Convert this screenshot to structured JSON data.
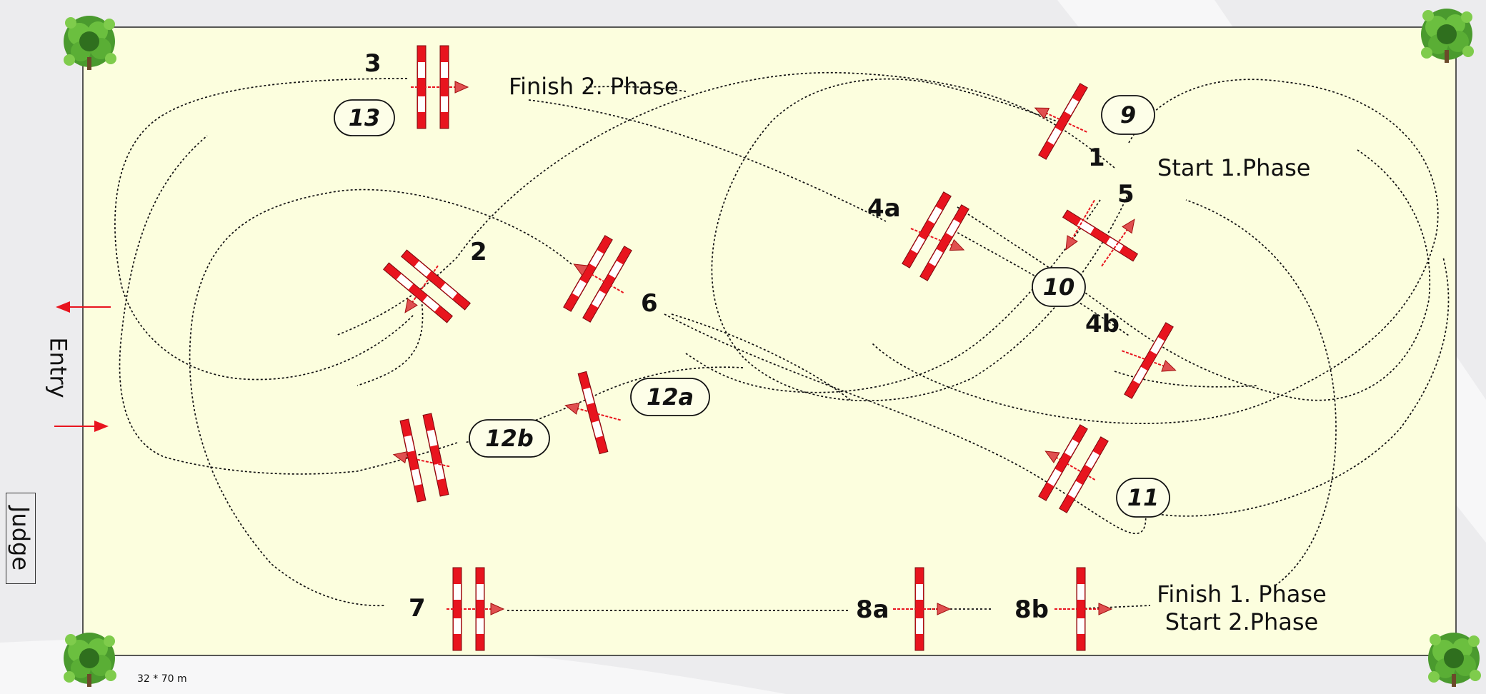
{
  "diagram": {
    "obstacles": [
      {
        "id": "3",
        "label": "3"
      },
      {
        "id": "13",
        "label": "13"
      },
      {
        "id": "finish2",
        "label": "Finish 2. Phase"
      },
      {
        "id": "9",
        "label": "9"
      },
      {
        "id": "1",
        "label": "1"
      },
      {
        "id": "start1",
        "label": "Start 1.Phase"
      },
      {
        "id": "5",
        "label": "5"
      },
      {
        "id": "4a",
        "label": "4a"
      },
      {
        "id": "2",
        "label": "2"
      },
      {
        "id": "6",
        "label": "6"
      },
      {
        "id": "10",
        "label": "10"
      },
      {
        "id": "4b",
        "label": "4b"
      },
      {
        "id": "12a",
        "label": "12a"
      },
      {
        "id": "12b",
        "label": "12b"
      },
      {
        "id": "11",
        "label": "11"
      },
      {
        "id": "7",
        "label": "7"
      },
      {
        "id": "8a",
        "label": "8a"
      },
      {
        "id": "8b",
        "label": "8b"
      },
      {
        "id": "finish1",
        "label": "Finish 1. Phase"
      },
      {
        "id": "start2",
        "label": "Start 2.Phase"
      }
    ],
    "side_labels": {
      "entry": "Entry",
      "judge": "Judge",
      "dimensions": "32 * 70 m"
    },
    "colors": {
      "arena": "#fcfede",
      "pole_red": "#e8141e",
      "pole_white": "#ffffff",
      "arrow_red": "#e8141e",
      "tree_green": "#3f8f28",
      "background": "#ececee"
    }
  }
}
